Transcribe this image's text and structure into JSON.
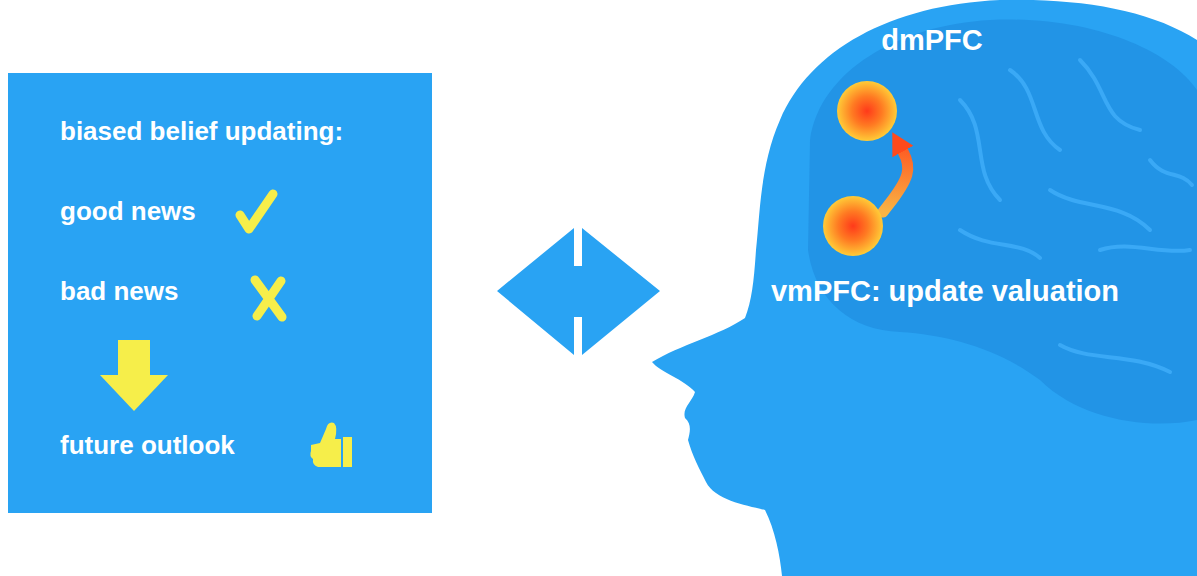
{
  "diagram": {
    "nodes": [
      {
        "text": [
          "biased belief updating:",
          "good news",
          "bad news",
          "future outlook"
        ]
      },
      {
        "text": [
          "dmPFC"
        ]
      },
      {
        "text": [
          "vmPFC: update valuation"
        ]
      }
    ],
    "edges": [
      {
        "from": 2,
        "to": 1,
        "arrow": "to"
      }
    ]
  }
}
